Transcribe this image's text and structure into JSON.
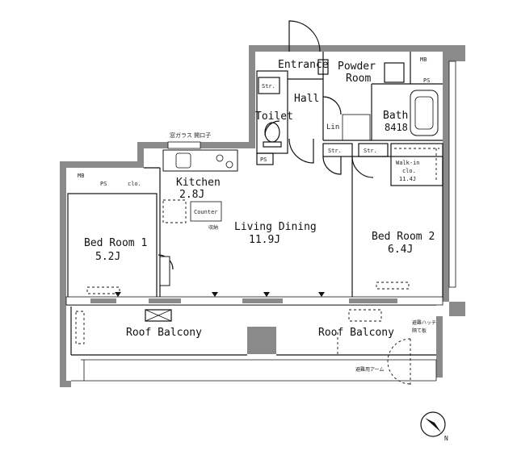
{
  "rooms": {
    "entrance": "Entrance",
    "powder_room_1": "Powder",
    "powder_room_2": "Room",
    "hall": "Hall",
    "toilet": "Toilet",
    "bath": "Bath",
    "bath_size": "8418",
    "kitchen": "Kitchen",
    "kitchen_size": "2.8J",
    "living_dining": "Living Dining",
    "living_dining_size": "11.9J",
    "bed_room_1": "Bed Room 1",
    "bed_room_1_size": "5.2J",
    "bed_room_2": "Bed Room 2",
    "bed_room_2_size": "6.4J",
    "roof_balcony_left": "Roof Balcony",
    "roof_balcony_right": "Roof Balcony"
  },
  "small_labels": {
    "str_toilet": "Str.",
    "str_bed2_a": "Str.",
    "str_bed2_b": "Str.",
    "lin": "Lin",
    "walk_in_1": "Walk-in",
    "walk_in_2": "clo.",
    "walk_in_3": "11.4J",
    "clo": "clo.",
    "counter": "Counter",
    "mb_left": "MB",
    "mb_top": "MB",
    "ps_left": "PS",
    "ps_kitchen": "PS",
    "ps_bath": "PS"
  },
  "jp_labels": {
    "kitchen_top": "窓ガラス 開口子",
    "living_note": "収納",
    "balcony_note_1": "避難ハッチ",
    "balcony_note_2": "隔て板",
    "balcony_note_3": "避難用アーム"
  },
  "compass": {
    "icon": "north-arrow-icon",
    "label": "N"
  }
}
